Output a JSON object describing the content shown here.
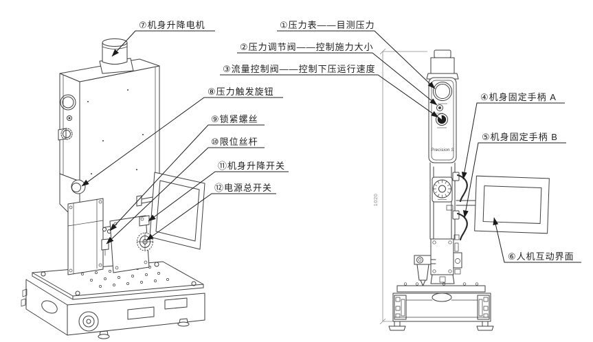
{
  "figure": {
    "type": "technical-diagram",
    "subject": "welding machine two-view parts callout diagram"
  },
  "callouts": {
    "c1": {
      "label": "①压力表——目测压力"
    },
    "c2": {
      "label": "②压力调节阀——控制施力大小"
    },
    "c3": {
      "label": "③流量控制阀——控制下压运行速度"
    },
    "c4": {
      "label": "④机身固定手柄 A"
    },
    "c5": {
      "label": "⑤机身固定手柄 B"
    },
    "c6": {
      "label": "⑥人机互动界面"
    },
    "c7": {
      "label": "⑦机身升降电机"
    },
    "c8": {
      "label": "⑧压力触发旋钮"
    },
    "c9": {
      "label": "⑨锁紧螺丝"
    },
    "c10": {
      "label": "⑩限位丝杆"
    },
    "c11": {
      "label": "⑪机身升降开关"
    },
    "c12": {
      "label": "⑫电源总开关"
    }
  },
  "dimension": {
    "value": "1020"
  },
  "brand": {
    "label": "Precision S"
  },
  "colors": {
    "line": "#3d3d3d",
    "leader": "#1b1b1b",
    "dimension": "#8a8a8a",
    "background": "#ffffff"
  }
}
